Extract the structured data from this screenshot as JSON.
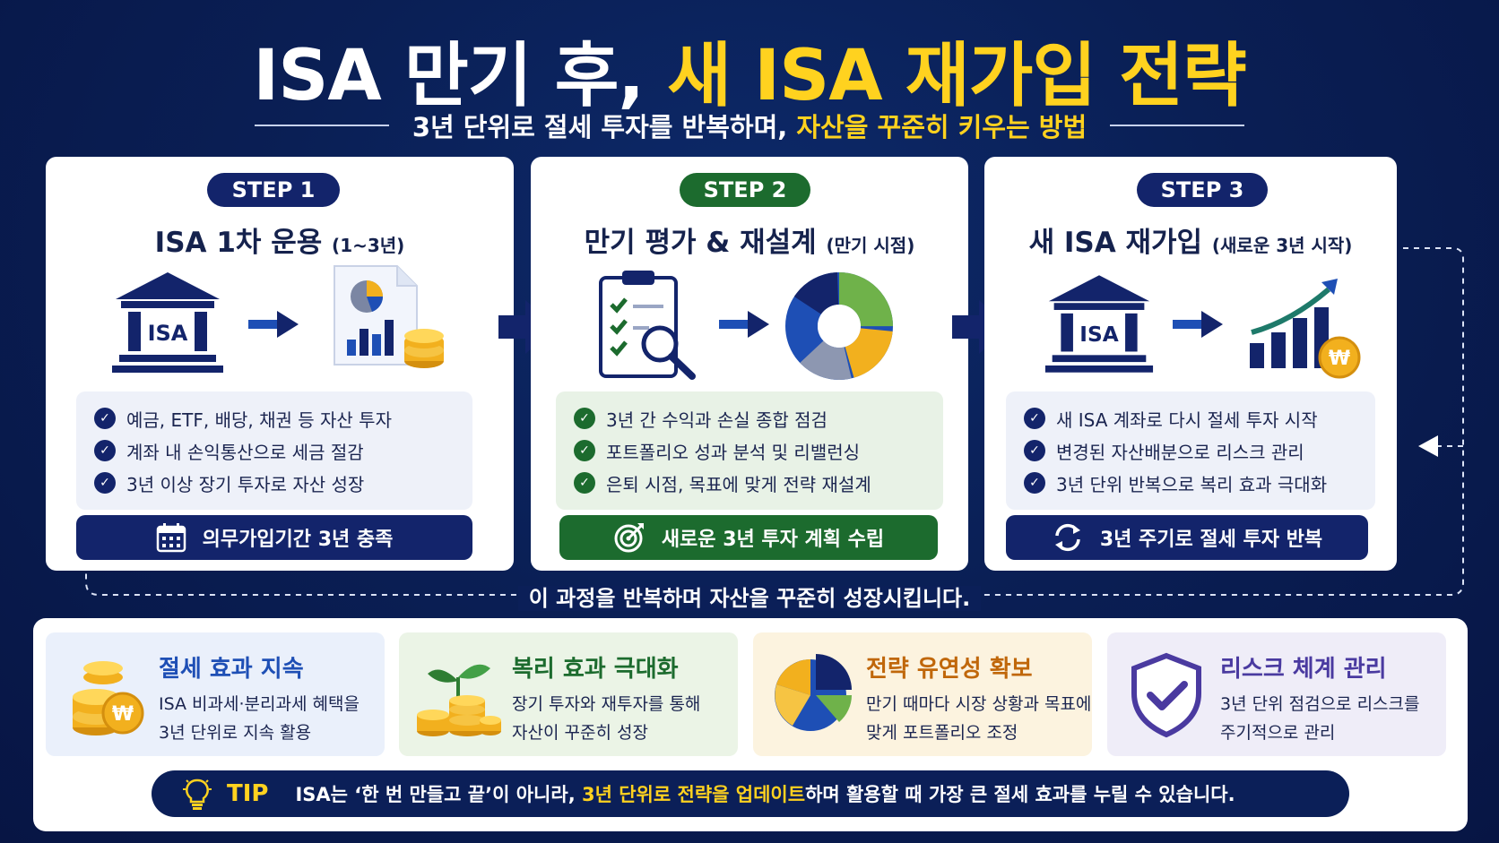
{
  "header": {
    "title_white": "ISA 만기 후,",
    "title_yellow": "새 ISA 재가입 전략",
    "subtitle_white": "3년 단위로 절세 투자를 반복하며,",
    "subtitle_yellow": "자산을 꾸준히 키우는 방법"
  },
  "steps": [
    {
      "pill": "STEP 1",
      "title": "ISA 1차 운용",
      "title_sub": "(1~3년)",
      "bank_label": "ISA",
      "bullets": [
        "예금, ETF, 배당, 채권 등 자산 투자",
        "계좌 내 손익통산으로 세금 절감",
        "3년 이상 장기 투자로 자산 성장"
      ],
      "button": "의무가입기간 3년 충족"
    },
    {
      "pill": "STEP 2",
      "title": "만기 평가 & 재설계",
      "title_sub": "(만기 시점)",
      "bullets": [
        "3년 간 수익과 손실 종합 점검",
        "포트폴리오 성과 분석 및 리밸런싱",
        "은퇴 시점, 목표에 맞게 전략 재설계"
      ],
      "button": "새로운 3년 투자 계획 수립"
    },
    {
      "pill": "STEP 3",
      "title": "새 ISA 재가입",
      "title_sub": "(새로운 3년 시작)",
      "bank_label": "ISA",
      "coin_label": "₩",
      "bullets": [
        "새 ISA 계좌로 다시 절세 투자 시작",
        "변경된 자산배분으로 리스크 관리",
        "3년 단위 반복으로 복리 효과 극대화"
      ],
      "button": "3년 주기로 절세 투자 반복"
    }
  ],
  "loop_text": "이 과정을 반복하며 자산을 꾸준히 성장시킵니다.",
  "benefits": [
    {
      "title": "절세 효과 지속",
      "desc1": "ISA 비과세·분리과세 혜택을",
      "desc2": "3년 단위로 지속 활용",
      "coin_label": "₩"
    },
    {
      "title": "복리 효과 극대화",
      "desc1": "장기 투자와 재투자를 통해",
      "desc2": "자산이 꾸준히 성장"
    },
    {
      "title": "전략 유연성 확보",
      "desc1": "만기 때마다 시장 상황과 목표에",
      "desc2": "맞게 포트폴리오 조정"
    },
    {
      "title": "리스크 체계 관리",
      "desc1": "3년 단위 점검으로 리스크를",
      "desc2": "주기적으로 관리"
    }
  ],
  "tip": {
    "label": "TIP",
    "text_a": "ISA는 ‘한 번 만들고 끝’이 아니라,",
    "text_hl": "3년 단위로 전략을 업데이트",
    "text_b": "하며 활용할 때 가장 큰 절세 효과를 누릴 수 있습니다."
  },
  "colors": {
    "navy": "#13246b",
    "green": "#1c6b2e",
    "yellow": "#ffd21f",
    "gold": "#f2b01e",
    "blue": "#1e4fb5",
    "purple": "#4a3aa0"
  }
}
